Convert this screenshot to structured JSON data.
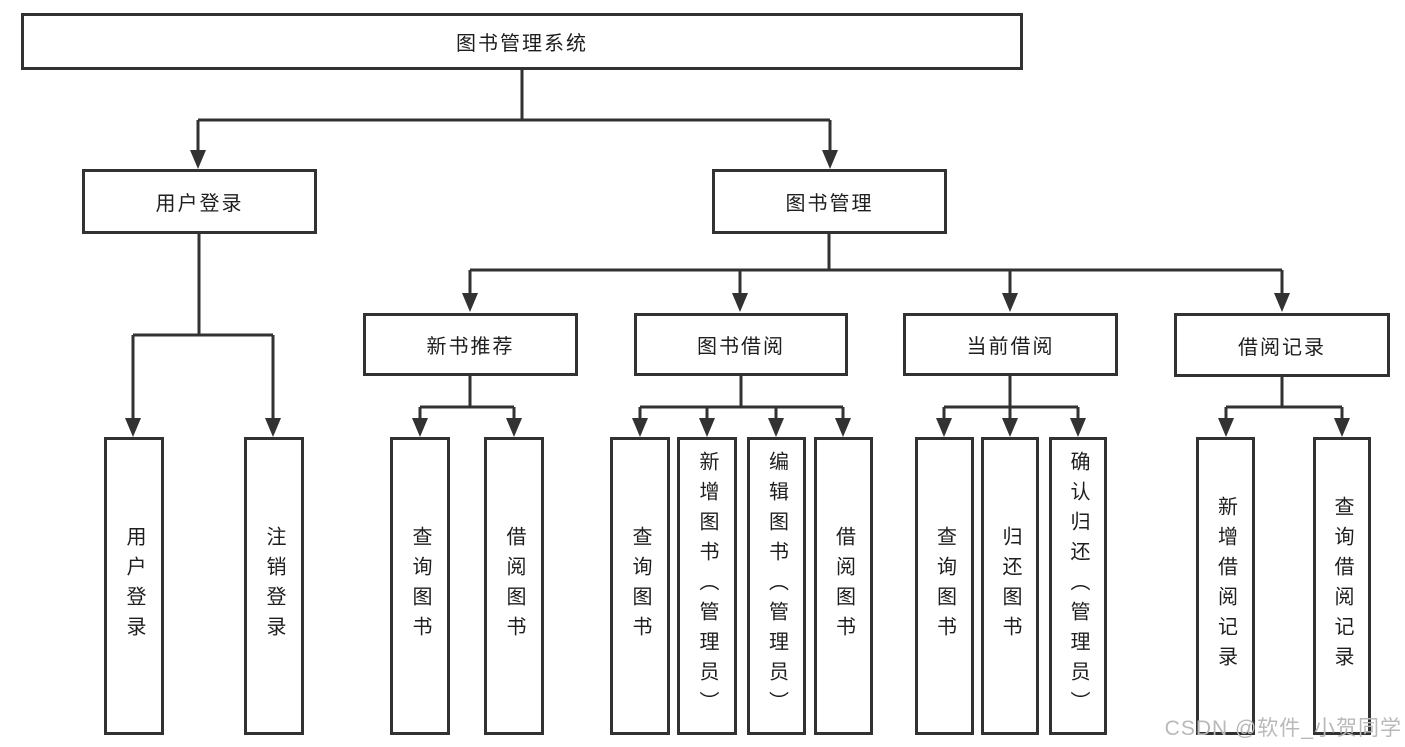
{
  "tree": {
    "root": {
      "label": "图书管理系统"
    },
    "branches": [
      {
        "label": "用户登录",
        "children": [
          {
            "label": "用户登录"
          },
          {
            "label": "注销登录"
          }
        ]
      },
      {
        "label": "图书管理",
        "children": [
          {
            "label": "新书推荐",
            "children": [
              {
                "label": "查询图书"
              },
              {
                "label": "借阅图书"
              }
            ]
          },
          {
            "label": "图书借阅",
            "children": [
              {
                "label": "查询图书"
              },
              {
                "label": "新增图书（管理员）"
              },
              {
                "label": "编辑图书（管理员）"
              },
              {
                "label": "借阅图书"
              }
            ]
          },
          {
            "label": "当前借阅",
            "children": [
              {
                "label": "查询图书"
              },
              {
                "label": "归还图书"
              },
              {
                "label": "确认归还（管理员）"
              }
            ]
          },
          {
            "label": "借阅记录",
            "children": [
              {
                "label": "新增借阅记录"
              },
              {
                "label": "查询借阅记录"
              }
            ]
          }
        ]
      }
    ]
  },
  "watermark": {
    "text": "CSDN @软件_小贺同学"
  },
  "colors": {
    "line": "#323232",
    "box_border": "#323232",
    "box_background": "#ffffff",
    "text": "#1e1e1e",
    "watermark": "#b9b9b9",
    "background": "#ffffff"
  }
}
